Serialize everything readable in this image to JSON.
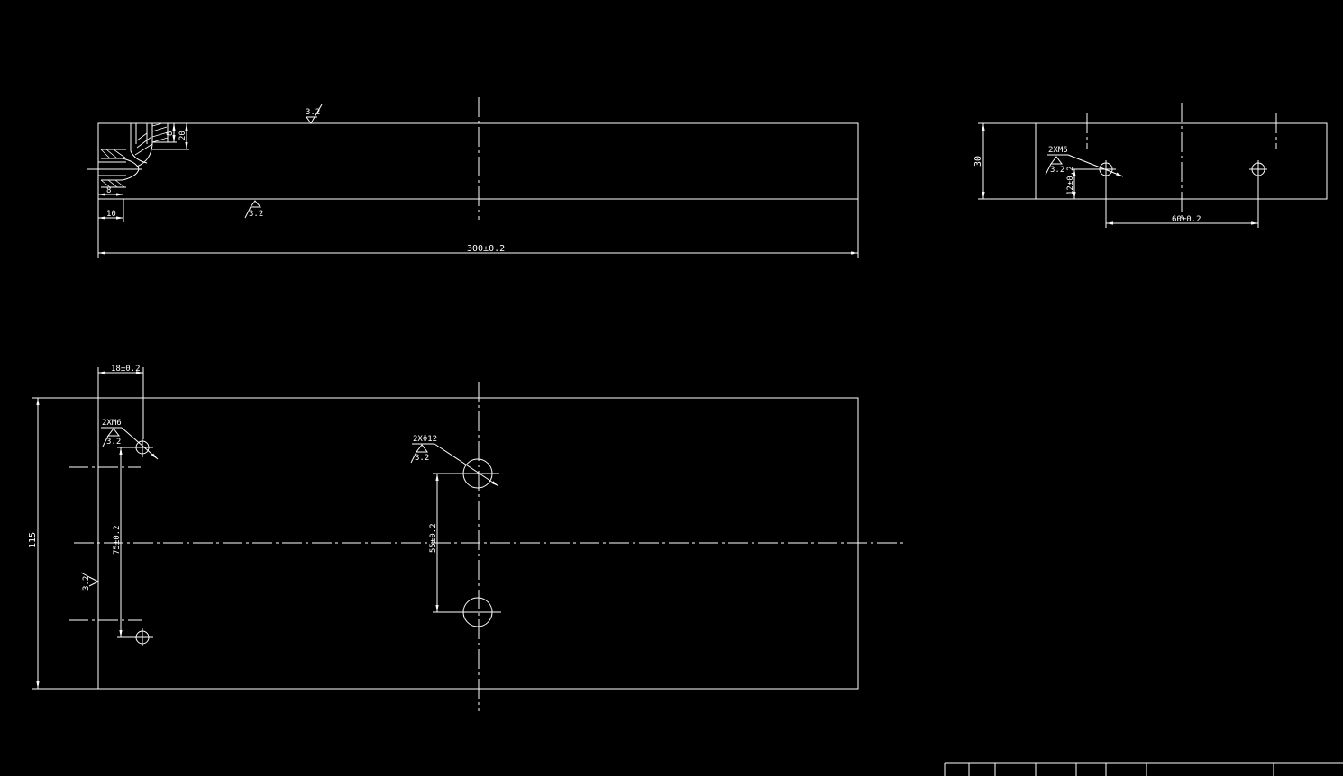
{
  "drawing": {
    "background": "#000000",
    "line_color": "#ffffff",
    "front_view": {
      "dims": {
        "length": "300±0.2",
        "left_offset": "10",
        "thread_depth": "8",
        "top_depth": "8",
        "top_height": "20"
      },
      "roughness_top": "3.2",
      "roughness_bottom": "3.2"
    },
    "side_view": {
      "height": "30",
      "thread_callout": "2XM6",
      "roughness": "3.2",
      "hole_height": "12±0.2",
      "hole_spacing": "60±0.2"
    },
    "top_view": {
      "width": "115",
      "left_offset": "18±0.2",
      "small_thread_callout": "2XM6",
      "small_roughness": "3.2",
      "small_spacing": "75±0.2",
      "large_hole_callout": "2XΦ12",
      "large_roughness": "3.2",
      "large_spacing": "55±0.2",
      "side_roughness": "3.2"
    }
  }
}
